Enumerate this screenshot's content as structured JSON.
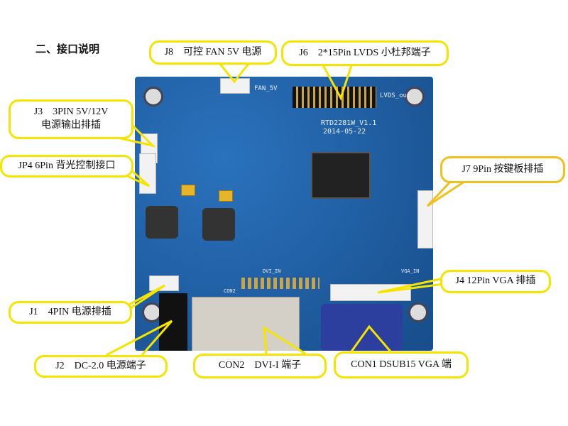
{
  "heading": "二、接口说明",
  "board": {
    "model": "RTD2281W_V1.1",
    "date": "2014-05-22",
    "silk_fan": "FAN_5V",
    "silk_lvds": "LVDS_out",
    "silk_dvi": "DVI_IN",
    "silk_vga": "VGA_IN",
    "silk_con2": "CON2"
  },
  "callouts": {
    "j8": "J8　可控 FAN 5V 电源",
    "j6": "J6　2*15Pin LVDS  小杜邦端子",
    "j3_line1": "J3　3PIN 5V/12V",
    "j3_line2": "电源输出排插",
    "jp4": "JP4 6Pin  背光控制接口",
    "j7": "J7 9Pin  按键板排插",
    "j4": "J4 12Pin VGA  排插",
    "j1": "J1　4PIN  电源排插",
    "j2": "J2　DC-2.0  电源端子",
    "con2": "CON2　DVI-I  端子",
    "con1": "CON1 DSUB15 VGA  端"
  }
}
